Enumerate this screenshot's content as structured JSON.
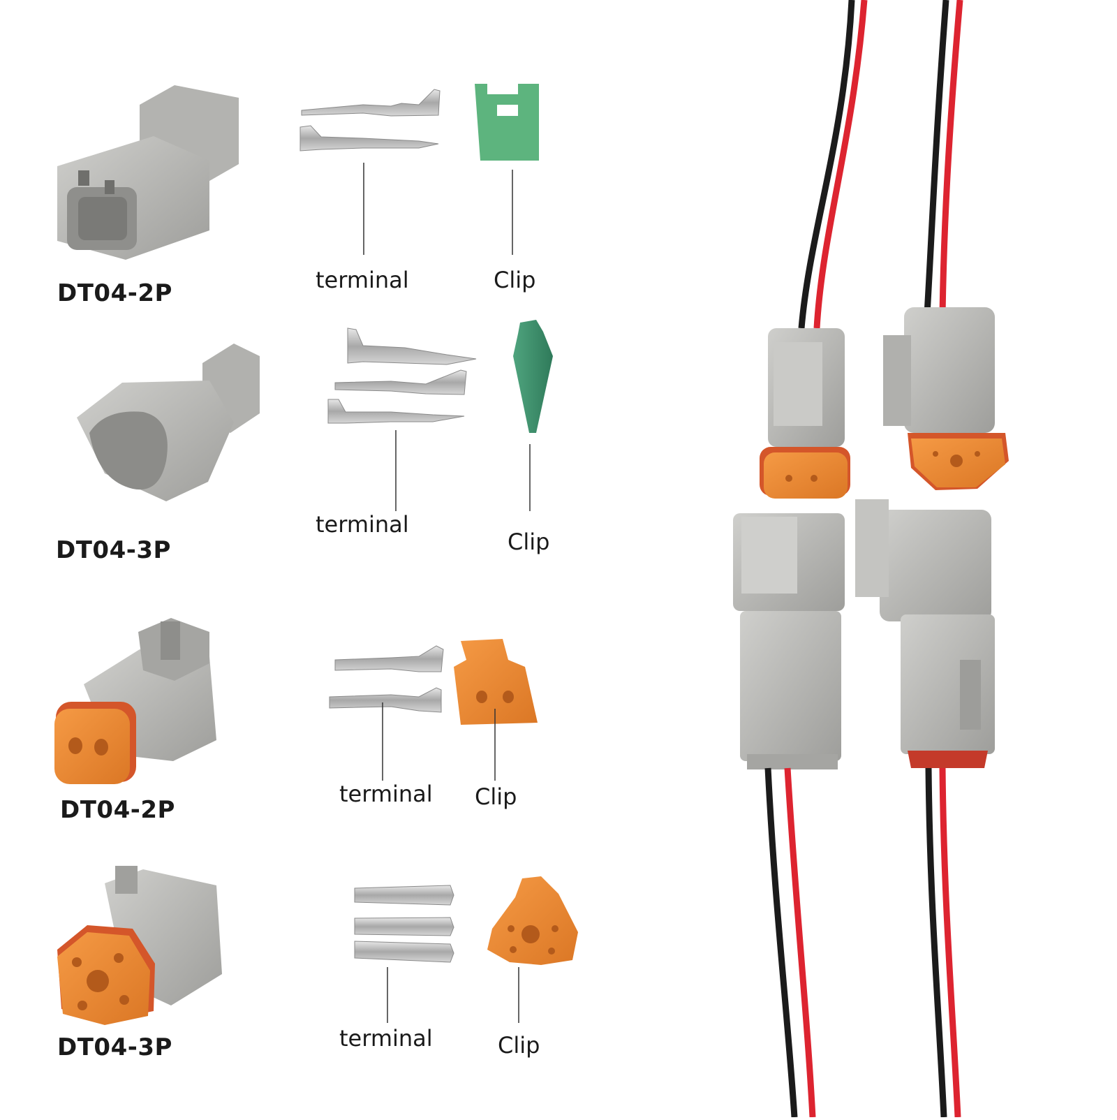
{
  "colors": {
    "housing_gray": "#b9b9b6",
    "seal_orange": "#ed8a35",
    "clip_green": "#5db47e",
    "clip_teal": "#3f8d6c",
    "wire_red": "#dd2430",
    "wire_black": "#1b1b1b",
    "metal": "#b8b8b8"
  },
  "rows": [
    {
      "model": "DT04-2P",
      "terminal_label": "terminal",
      "clip_label": "Clip"
    },
    {
      "model": "DT04-3P",
      "terminal_label": "terminal",
      "clip_label": "Clip"
    },
    {
      "model": "DT04-2P",
      "terminal_label": "terminal",
      "clip_label": "Clip"
    },
    {
      "model": "DT04-3P",
      "terminal_label": "terminal",
      "clip_label": "Clip"
    }
  ]
}
